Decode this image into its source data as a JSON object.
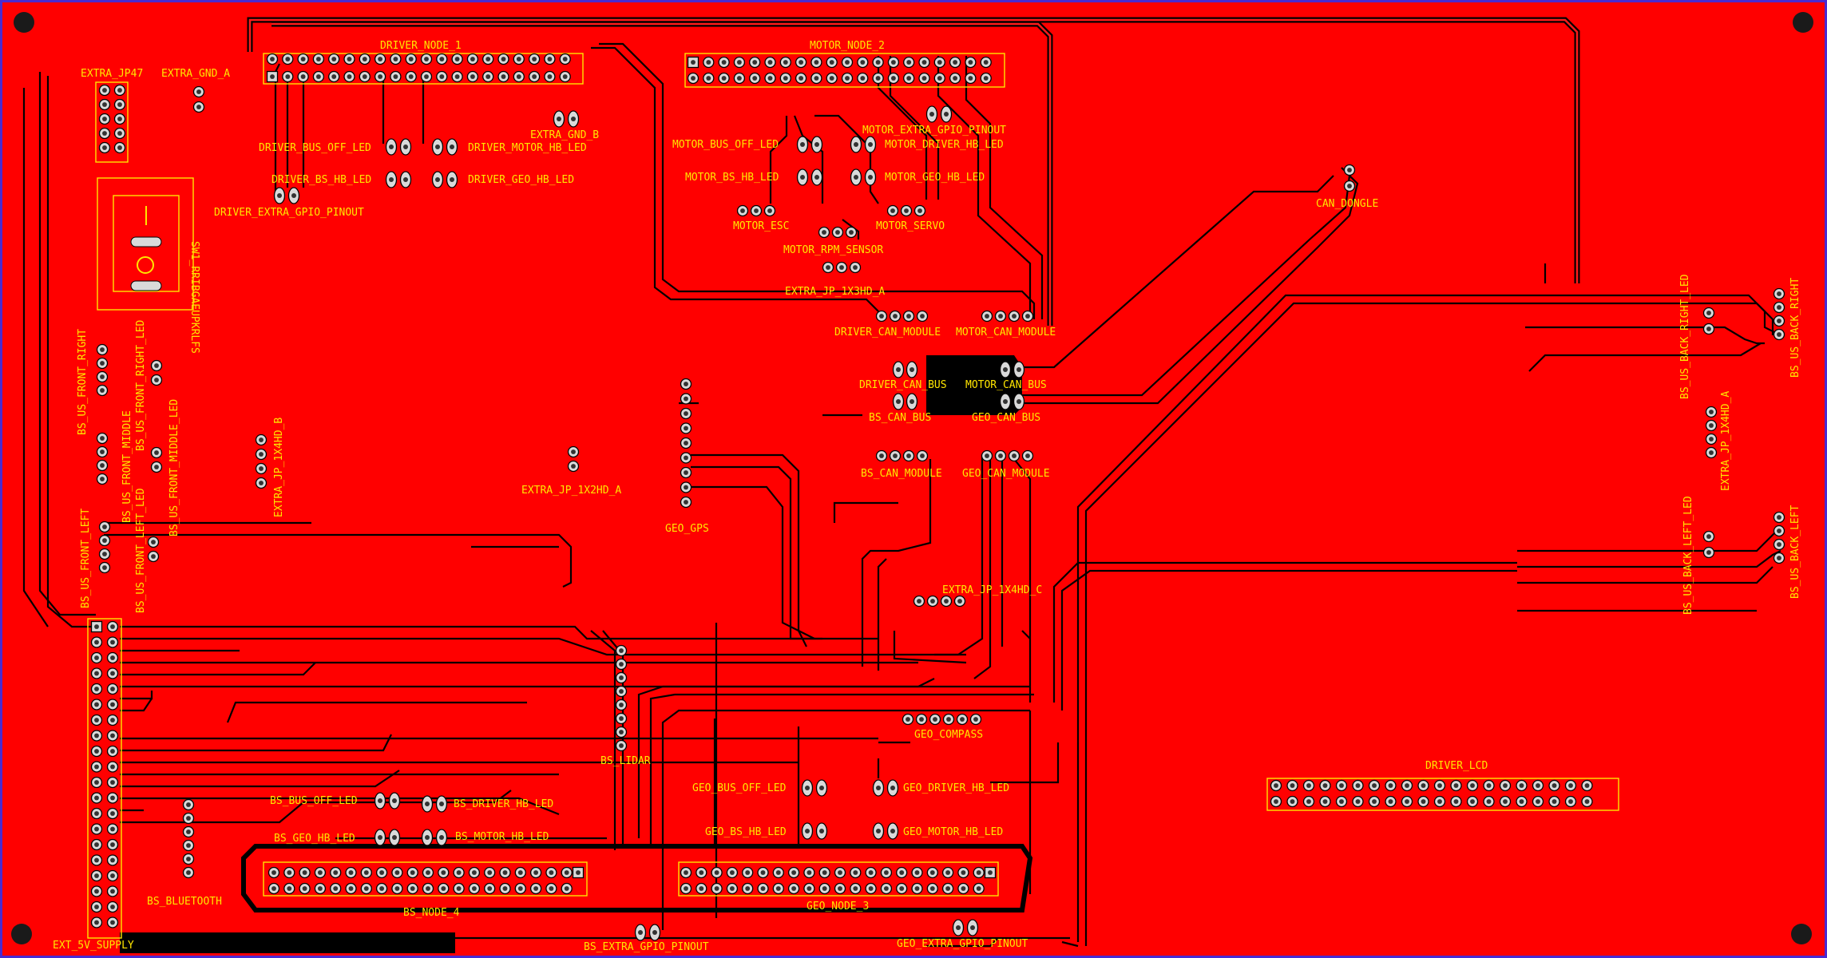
{
  "board": {
    "colors": {
      "copper": "#ff0000",
      "silkscreen": "#ffe600",
      "trace": "#000000",
      "pad": "#d9d9d9",
      "frame": "#4b2bd1"
    }
  },
  "labels": {
    "driver_node_1": "DRIVER_NODE_1",
    "motor_node_2": "MOTOR_NODE_2",
    "geo_node_3": "GEO_NODE_3",
    "bs_node_4": "BS_NODE_4",
    "driver_lcd": "DRIVER_LCD",
    "extra_jp47": "EXTRA_JP47",
    "extra_gnd_a": "EXTRA_GND_A",
    "extra_gnd_b": "EXTRA_GND_B",
    "driver_bus_off_led": "DRIVER_BUS_OFF_LED",
    "driver_motor_hb_led": "DRIVER_MOTOR_HB_LED",
    "driver_bs_hb_led": "DRIVER_BS_HB_LED",
    "driver_geo_hb_led": "DRIVER_GEO_HB_LED",
    "driver_extra_gpio_pinout": "DRIVER_EXTRA_GPIO_PINOUT",
    "sw1": "SW1_RRIBGAEUPKRLFS",
    "motor_extra_gpio_pinout": "MOTOR_EXTRA_GPIO_PINOUT",
    "motor_bus_off_led": "MOTOR_BUS_OFF_LED",
    "motor_driver_hb_led": "MOTOR_DRIVER_HB_LED",
    "motor_bs_hb_led": "MOTOR_BS_HB_LED",
    "motor_geo_hb_led": "MOTOR_GEO_HB_LED",
    "motor_esc": "MOTOR_ESC",
    "motor_servo": "MOTOR_SERVO",
    "motor_rpm_sensor": "MOTOR_RPM_SENSOR",
    "extra_jp_1x3hd_a": "EXTRA_JP_1X3HD_A",
    "driver_can_module": "DRIVER_CAN_MODULE",
    "motor_can_module": "MOTOR_CAN_MODULE",
    "driver_can_bus": "DRIVER_CAN_BUS",
    "motor_can_bus": "MOTOR_CAN_BUS",
    "bs_can_bus": "BS_CAN_BUS",
    "geo_can_bus": "GEO_CAN_BUS",
    "bs_can_module": "BS_CAN_MODULE",
    "geo_can_module": "GEO_CAN_MODULE",
    "can_dongle": "CAN_DONGLE",
    "extra_jp_1x2hd_a": "EXTRA_JP_1X2HD_A",
    "geo_gps": "GEO_GPS",
    "extra_jp_1x4hd_b": "EXTRA_JP_1X4HD_B",
    "extra_jp_1x4hd_c": "EXTRA_JP_1X4HD_C",
    "extra_jp_1x4hd_a": "EXTRA_JP_1X4HD_A",
    "geo_compass": "GEO_COMPASS",
    "bs_lidar": "BS_LIDAR",
    "geo_bus_off_led": "GEO_BUS_OFF_LED",
    "geo_driver_hb_led": "GEO_DRIVER_HB_LED",
    "geo_bs_hb_led": "GEO_BS_HB_LED",
    "geo_motor_hb_led": "GEO_MOTOR_HB_LED",
    "bs_bus_off_led": "BS_BUS_OFF_LED",
    "bs_driver_hb_led": "BS_DRIVER_HB_LED",
    "bs_geo_hb_led": "BS_GEO_HB_LED",
    "bs_motor_hb_led": "BS_MOTOR_HB_LED",
    "bs_bluetooth": "BS_BLUETOOTH",
    "ext_5v_supply": "EXT_5V_SUPPLY",
    "bs_extra_gpio_pinout": "BS_EXTRA_GPIO_PINOUT",
    "geo_extra_gpio_pinout": "GEO_EXTRA_GPIO_PINOUT",
    "bs_us_front_right": "BS_US_FRONT_RIGHT",
    "bs_us_front_right_led": "BS_US_FRONT_RIGHT_LED",
    "bs_us_front_middle": "BS_US_FRONT_MIDDLE",
    "bs_us_front_middle_led": "BS_US_FRONT_MIDDLE_LED",
    "bs_us_front_left": "BS_US_FRONT_LEFT",
    "bs_us_front_left_led": "BS_US_FRONT_LEFT_LED",
    "bs_us_back_right_led": "BS_US_BACK_RIGHT_LED",
    "bs_us_back_right": "BS_US_BACK_RIGHT",
    "bs_us_back_left_led": "BS_US_BACK_LEFT_LED",
    "bs_us_back_left": "BS_US_BACK_LEFT"
  }
}
